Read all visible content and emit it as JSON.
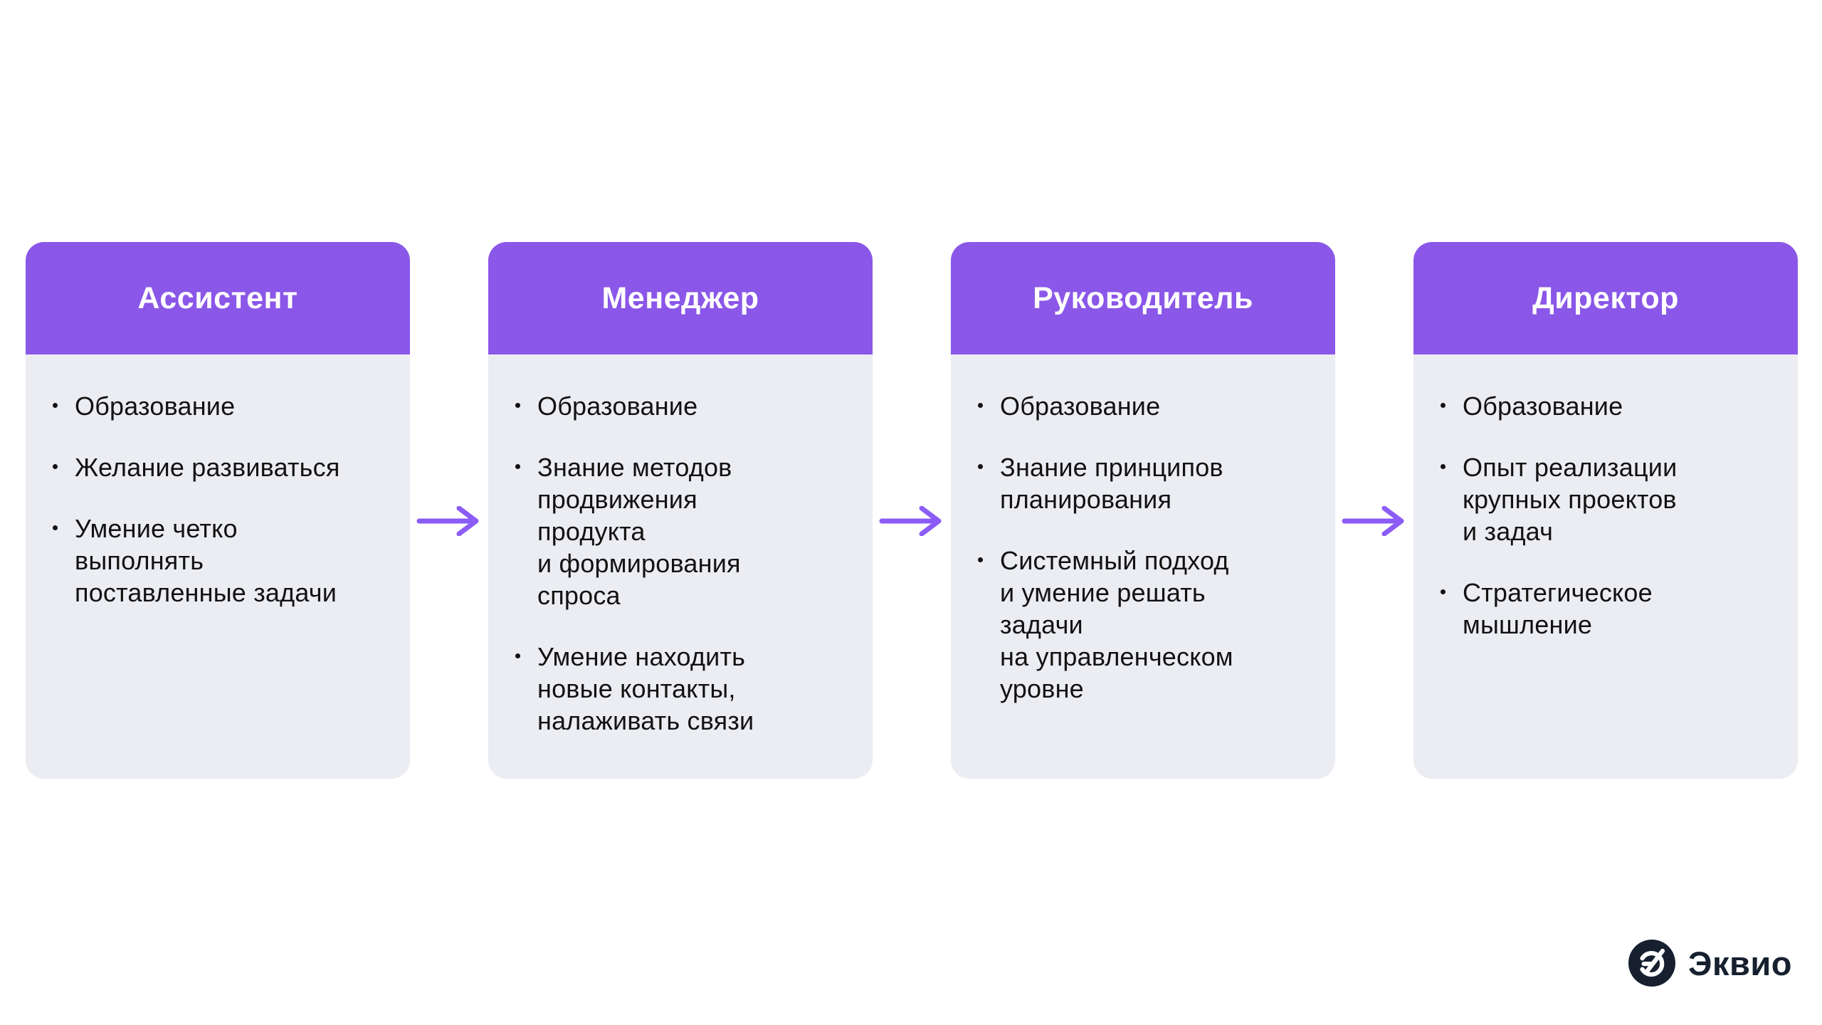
{
  "page": {
    "background": "#FFFFFF"
  },
  "colors": {
    "header_purple": "#8A57E8",
    "card_body_gray": "#ECEDF2",
    "text": "#121212",
    "arrow_purple": "#8B5CF6",
    "logo_navy": "#16202F",
    "header_text": "#FFFFFF"
  },
  "cards": [
    {
      "title": "Ассистент",
      "items": [
        "Образование",
        "Желание развиваться",
        "Умение четко\nвыполнять\nпоставленные задачи"
      ]
    },
    {
      "title": "Менеджер",
      "items": [
        "Образование",
        "Знание методов\nпродвижения\nпродукта\nи формирования\nспроса",
        "Умение находить\nновые контакты,\nналаживать связи"
      ]
    },
    {
      "title": "Руководитель",
      "items": [
        "Образование",
        "Знание принципов\nпланирования",
        "Системный подход\nи умение решать\nзадачи\nна управленческом\nуровне"
      ]
    },
    {
      "title": "Директор",
      "items": [
        "Образование",
        "Опыт реализации\nкрупных проектов\nи задач",
        "Стратегическое\nмышление"
      ]
    }
  ],
  "logo": {
    "text": "Эквио"
  }
}
